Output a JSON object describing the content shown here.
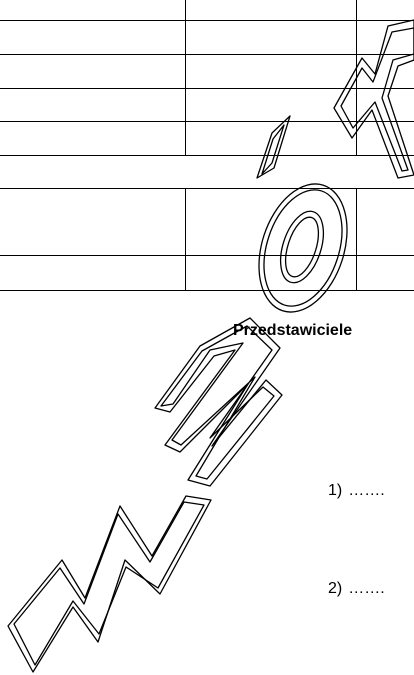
{
  "document": {
    "representatives_heading": "Przedstawiciele",
    "signatures": [
      {
        "number": "1)",
        "dots": "……."
      },
      {
        "number": "2)",
        "dots": "……."
      }
    ]
  },
  "watermark": {
    "text": "wzór",
    "outline_color": "#000000"
  }
}
